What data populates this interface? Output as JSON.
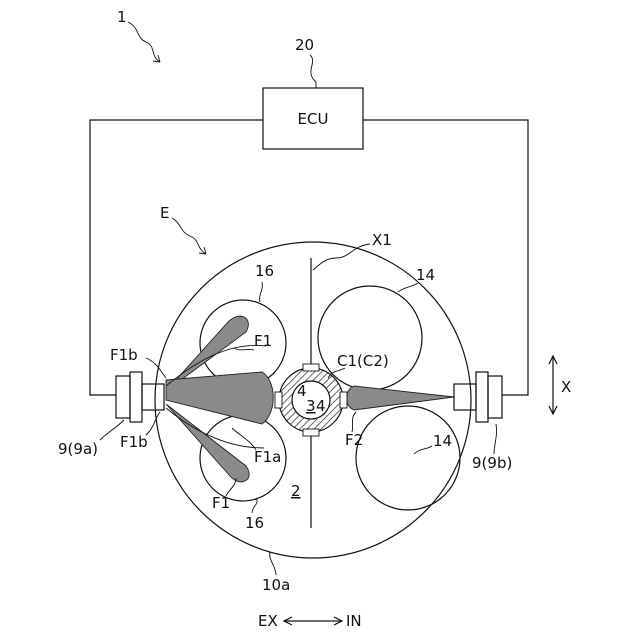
{
  "labels": {
    "system_ref": "1",
    "ecu_ref": "20",
    "ecu_text": "ECU",
    "engine_ref": "E",
    "axis_ref": "X1",
    "intake_valve_upper": "14",
    "intake_valve_lower": "14",
    "exhaust_valve_upper": "16",
    "exhaust_valve_lower": "16",
    "spark_ref": "C1(C2)",
    "spark_num_a": "4",
    "spark_num_b": "3",
    "spark_num_c": "4",
    "spray_f1_upper": "F1",
    "spray_f1_lower": "F1",
    "spray_f1a": "F1a",
    "spray_f1b_upper": "F1b",
    "spray_f1b_lower": "F1b",
    "spray_f2": "F2",
    "injector_left": "9(9a)",
    "injector_right": "9(9b)",
    "chamber_ref": "2",
    "cylinder_ref": "10a",
    "direction_x": "X",
    "ex_label": "EX",
    "in_label": "IN"
  },
  "colors": {
    "line": "#111111",
    "spray_fill": "#8a8a8a",
    "background": "#ffffff"
  }
}
